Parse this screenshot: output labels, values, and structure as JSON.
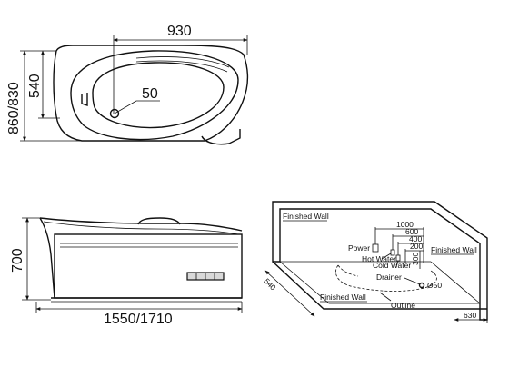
{
  "top_view": {
    "length_label": "930",
    "width_outer_label": "860/830",
    "width_inner_label": "540",
    "drain_label": "50"
  },
  "side_view": {
    "height_label": "700",
    "length_label": "1550/1710"
  },
  "install_view": {
    "finished_wall_back": "Finished Wall",
    "finished_wall_right": "Finished Wall",
    "finished_wall_floor": "Finished Wall",
    "power_label": "Power",
    "hot_water_label": "Hot Water",
    "cold_water_label": "Cold Water",
    "drainer_label": "Drainer",
    "outline_label": "Outline",
    "drain_diameter_label": "Ø50",
    "dim_1000": "1000",
    "dim_600": "600",
    "dim_400": "400",
    "dim_200": "200",
    "dim_300": "300",
    "dim_540": "540",
    "dim_630": "630"
  }
}
